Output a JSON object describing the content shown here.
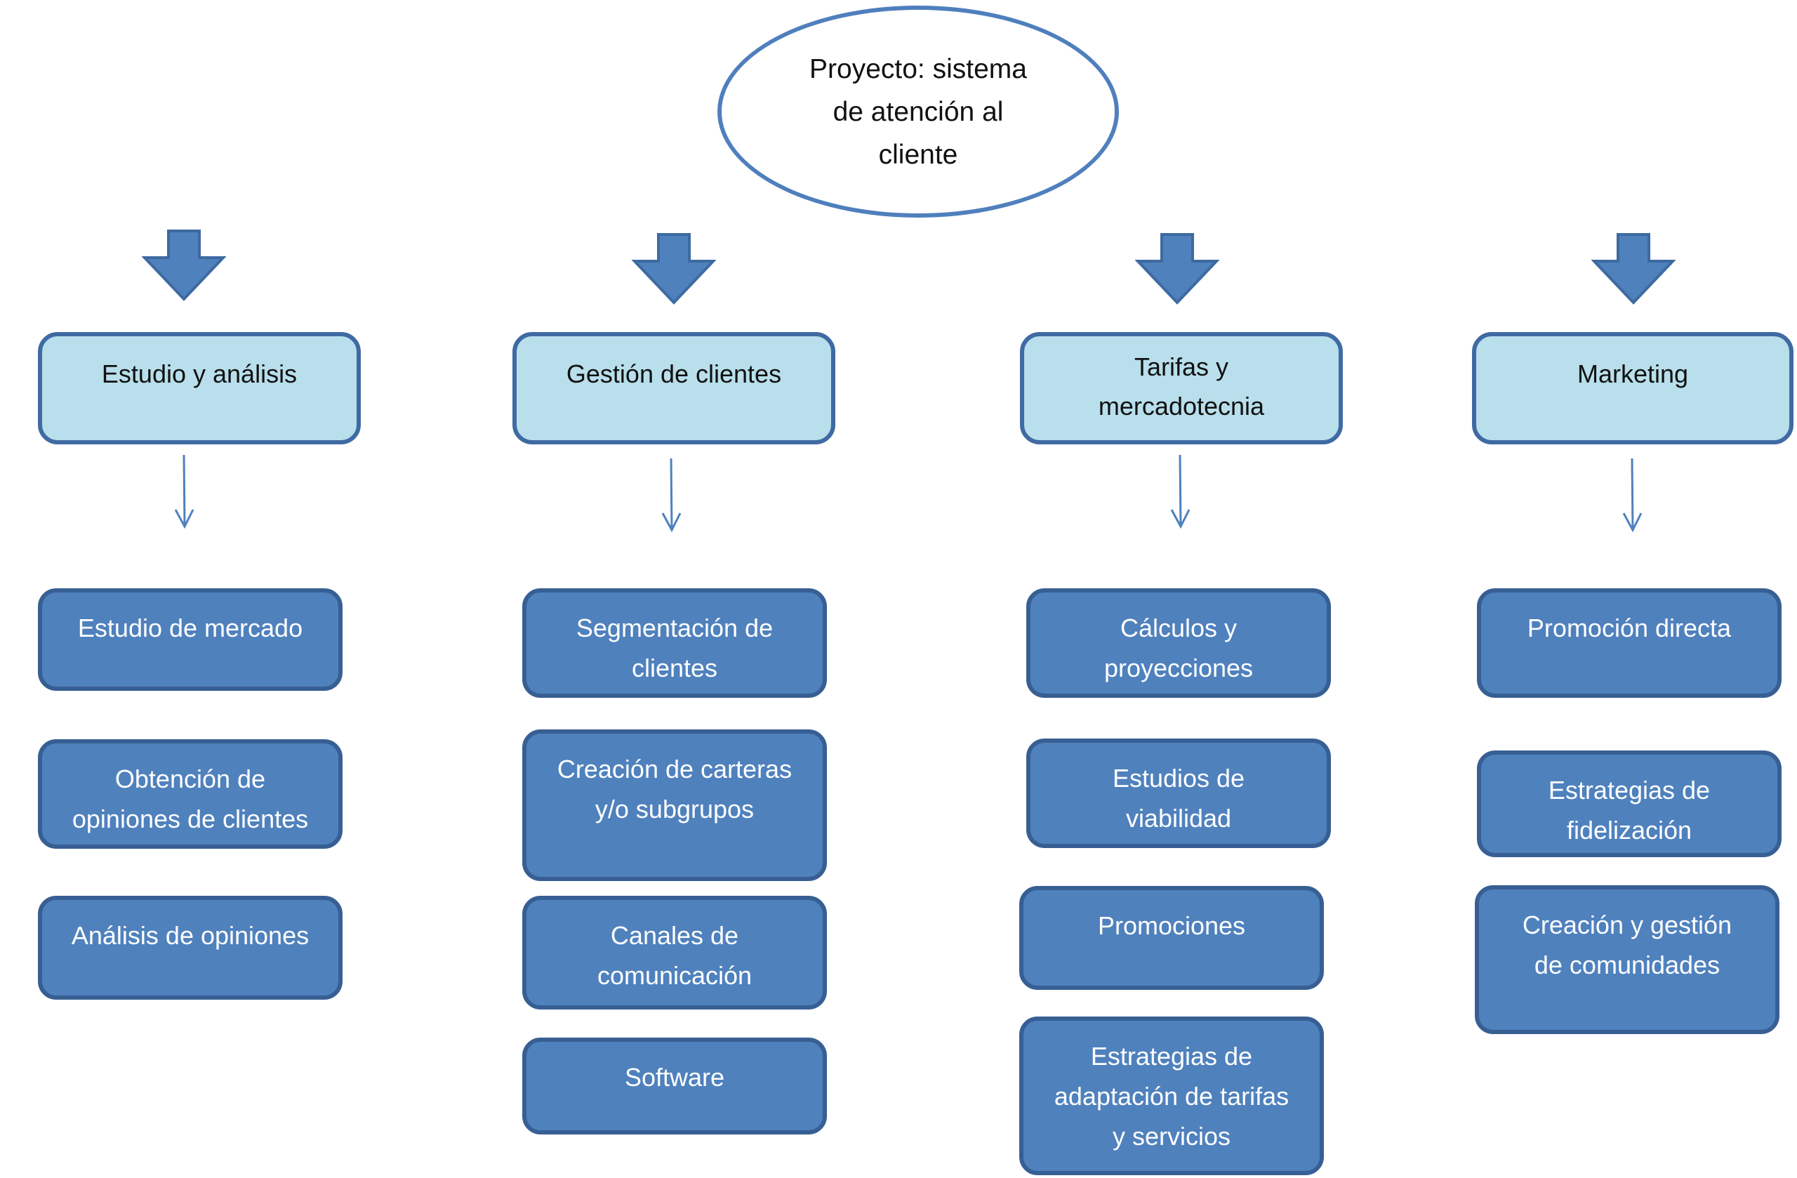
{
  "root": {
    "label": "Proyecto: sistema\nde atención al\ncliente"
  },
  "colors": {
    "ellipse_border": "#4f7fbd",
    "header_fill": "#b8dfeb",
    "header_border": "#3f6aa3",
    "child_fill": "#4f81bd",
    "child_border": "#375f93",
    "arrow": "#4f81bd"
  },
  "columns": [
    {
      "header": "Estudio y análisis",
      "children": [
        "Estudio de mercado",
        "Obtención de\nopiniones de clientes",
        "Análisis de opiniones"
      ]
    },
    {
      "header": "Gestión de clientes",
      "children": [
        "Segmentación de\nclientes",
        "Creación de carteras\ny/o subgrupos",
        "Canales de\ncomunicación",
        "Software"
      ]
    },
    {
      "header": "Tarifas y\nmercadotecnia",
      "children": [
        "Cálculos y\nproyecciones",
        "Estudios de\nviabilidad",
        "Promociones",
        "Estrategias de\nadaptación de tarifas\ny servicios"
      ]
    },
    {
      "header": "Marketing",
      "children": [
        "Promoción directa",
        "Estrategias de\nfidelización",
        "Creación y gestión\nde comunidades"
      ]
    }
  ]
}
